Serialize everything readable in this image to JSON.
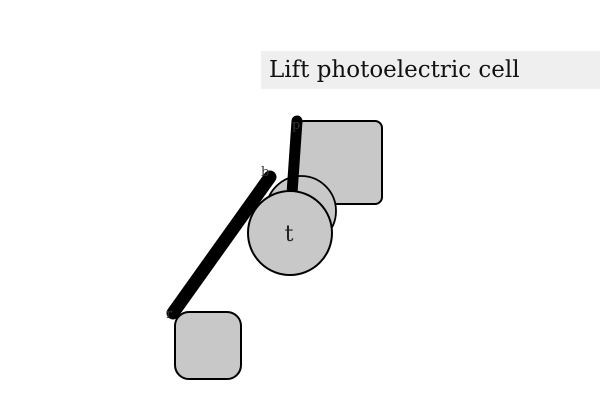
{
  "instruction": {
    "text": "Lift photoelectric cell"
  },
  "scene": {
    "fill_color": "#c8c8c8",
    "stroke_color": "#000000",
    "arm_color": "#000000",
    "center_piece_label": "t",
    "corner_labels": {
      "top": "p",
      "mid": "b",
      "bottom": "r"
    },
    "objects": [
      {
        "name": "square-block",
        "shape": "rounded-square"
      },
      {
        "name": "photoelectric-cell",
        "shape": "circle"
      },
      {
        "name": "lower-block",
        "shape": "rounded-square"
      }
    ]
  }
}
